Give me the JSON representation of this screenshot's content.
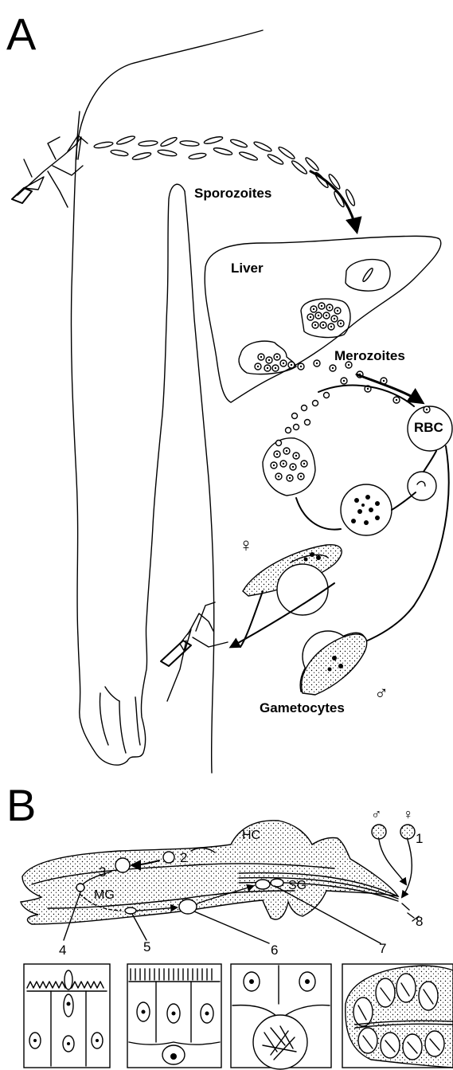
{
  "panel_a": {
    "letter": "A",
    "labels": {
      "sporozoites": "Sporozoites",
      "liver": "Liver",
      "merozoites": "Merozoites",
      "rbc": "RBC",
      "gametocytes": "Gametocytes",
      "female_symbol": "♀",
      "male_symbol": "♂"
    }
  },
  "panel_b": {
    "letter": "B",
    "labels": {
      "hc": "HC",
      "mg": "MG",
      "sg": "SG",
      "male_symbol": "♂",
      "female_symbol": "♀"
    },
    "stages": [
      "1",
      "2",
      "3",
      "4",
      "5",
      "6",
      "7",
      "8"
    ]
  }
}
